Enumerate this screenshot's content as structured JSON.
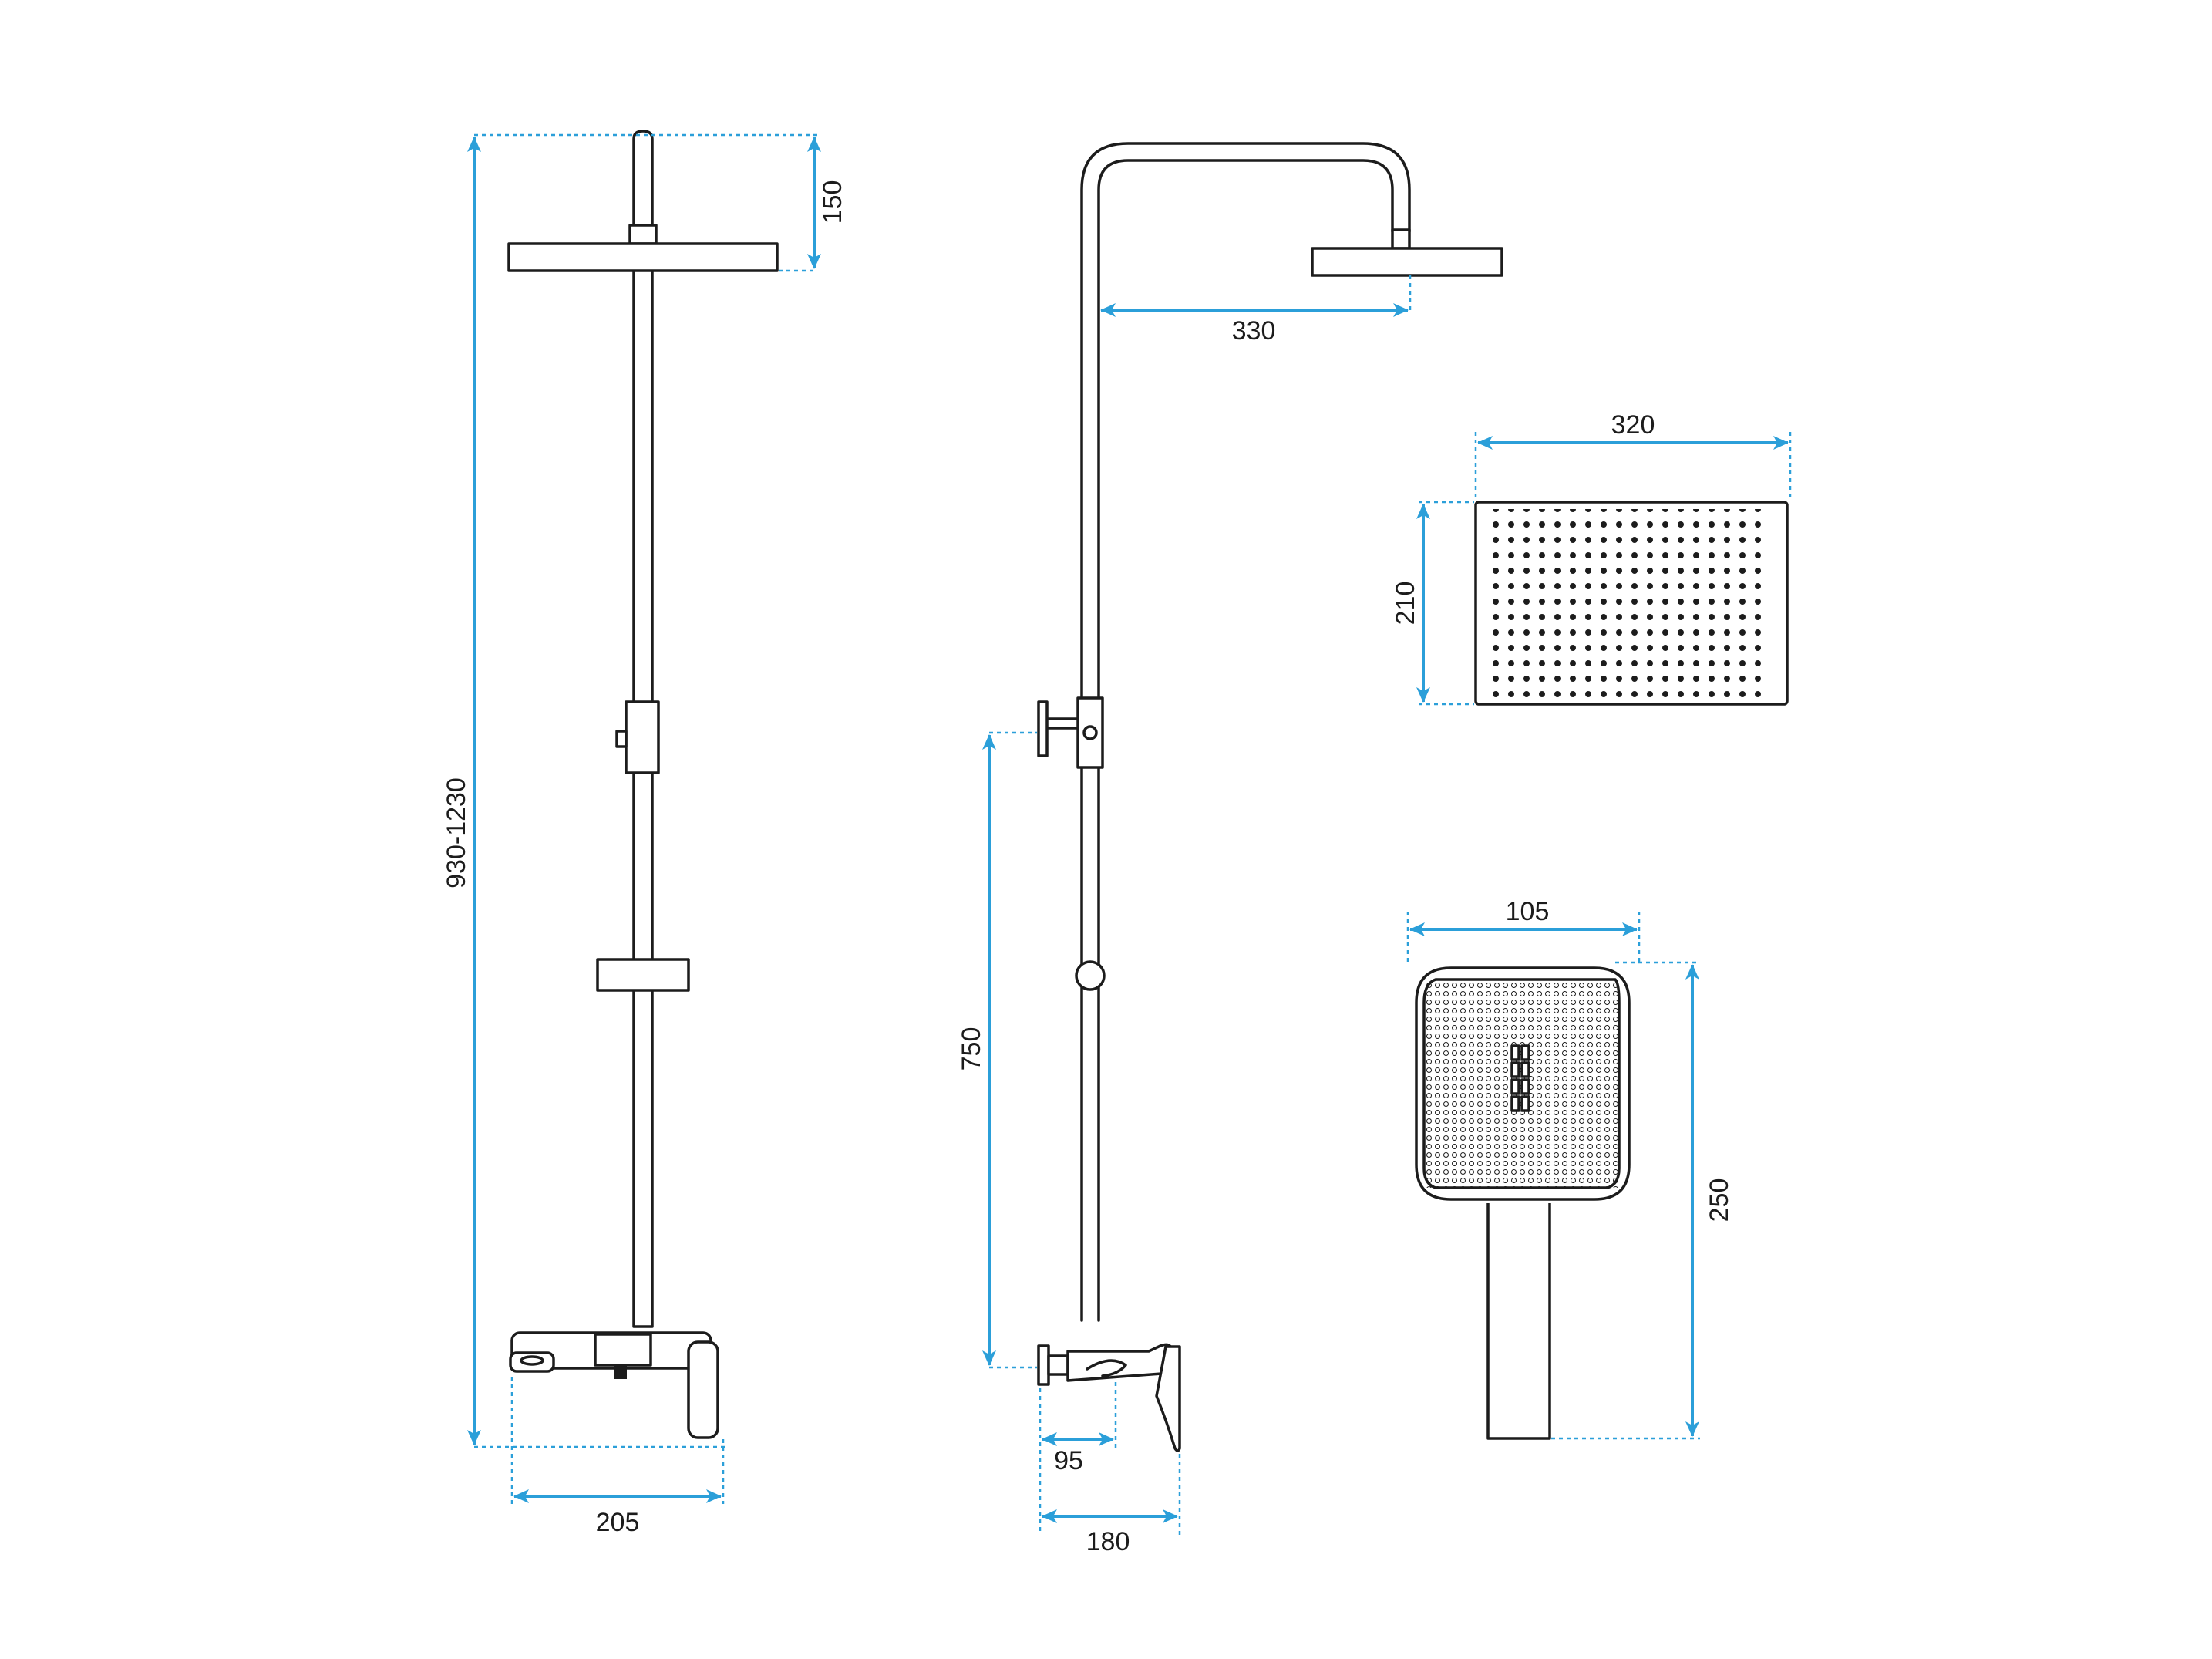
{
  "colors": {
    "outline": "#1c1c1c",
    "dimension": "#2b9fd9",
    "background": "#ffffff"
  },
  "dimensions": {
    "total_height": "930-1230",
    "head_drop": "150",
    "mixer_width": "205",
    "arm_reach": "330",
    "diverter_height": "750",
    "mixer_depth": "95",
    "mixer_projection": "180",
    "head_width": "320",
    "head_depth": "210",
    "hand_width": "105",
    "hand_length": "250"
  }
}
